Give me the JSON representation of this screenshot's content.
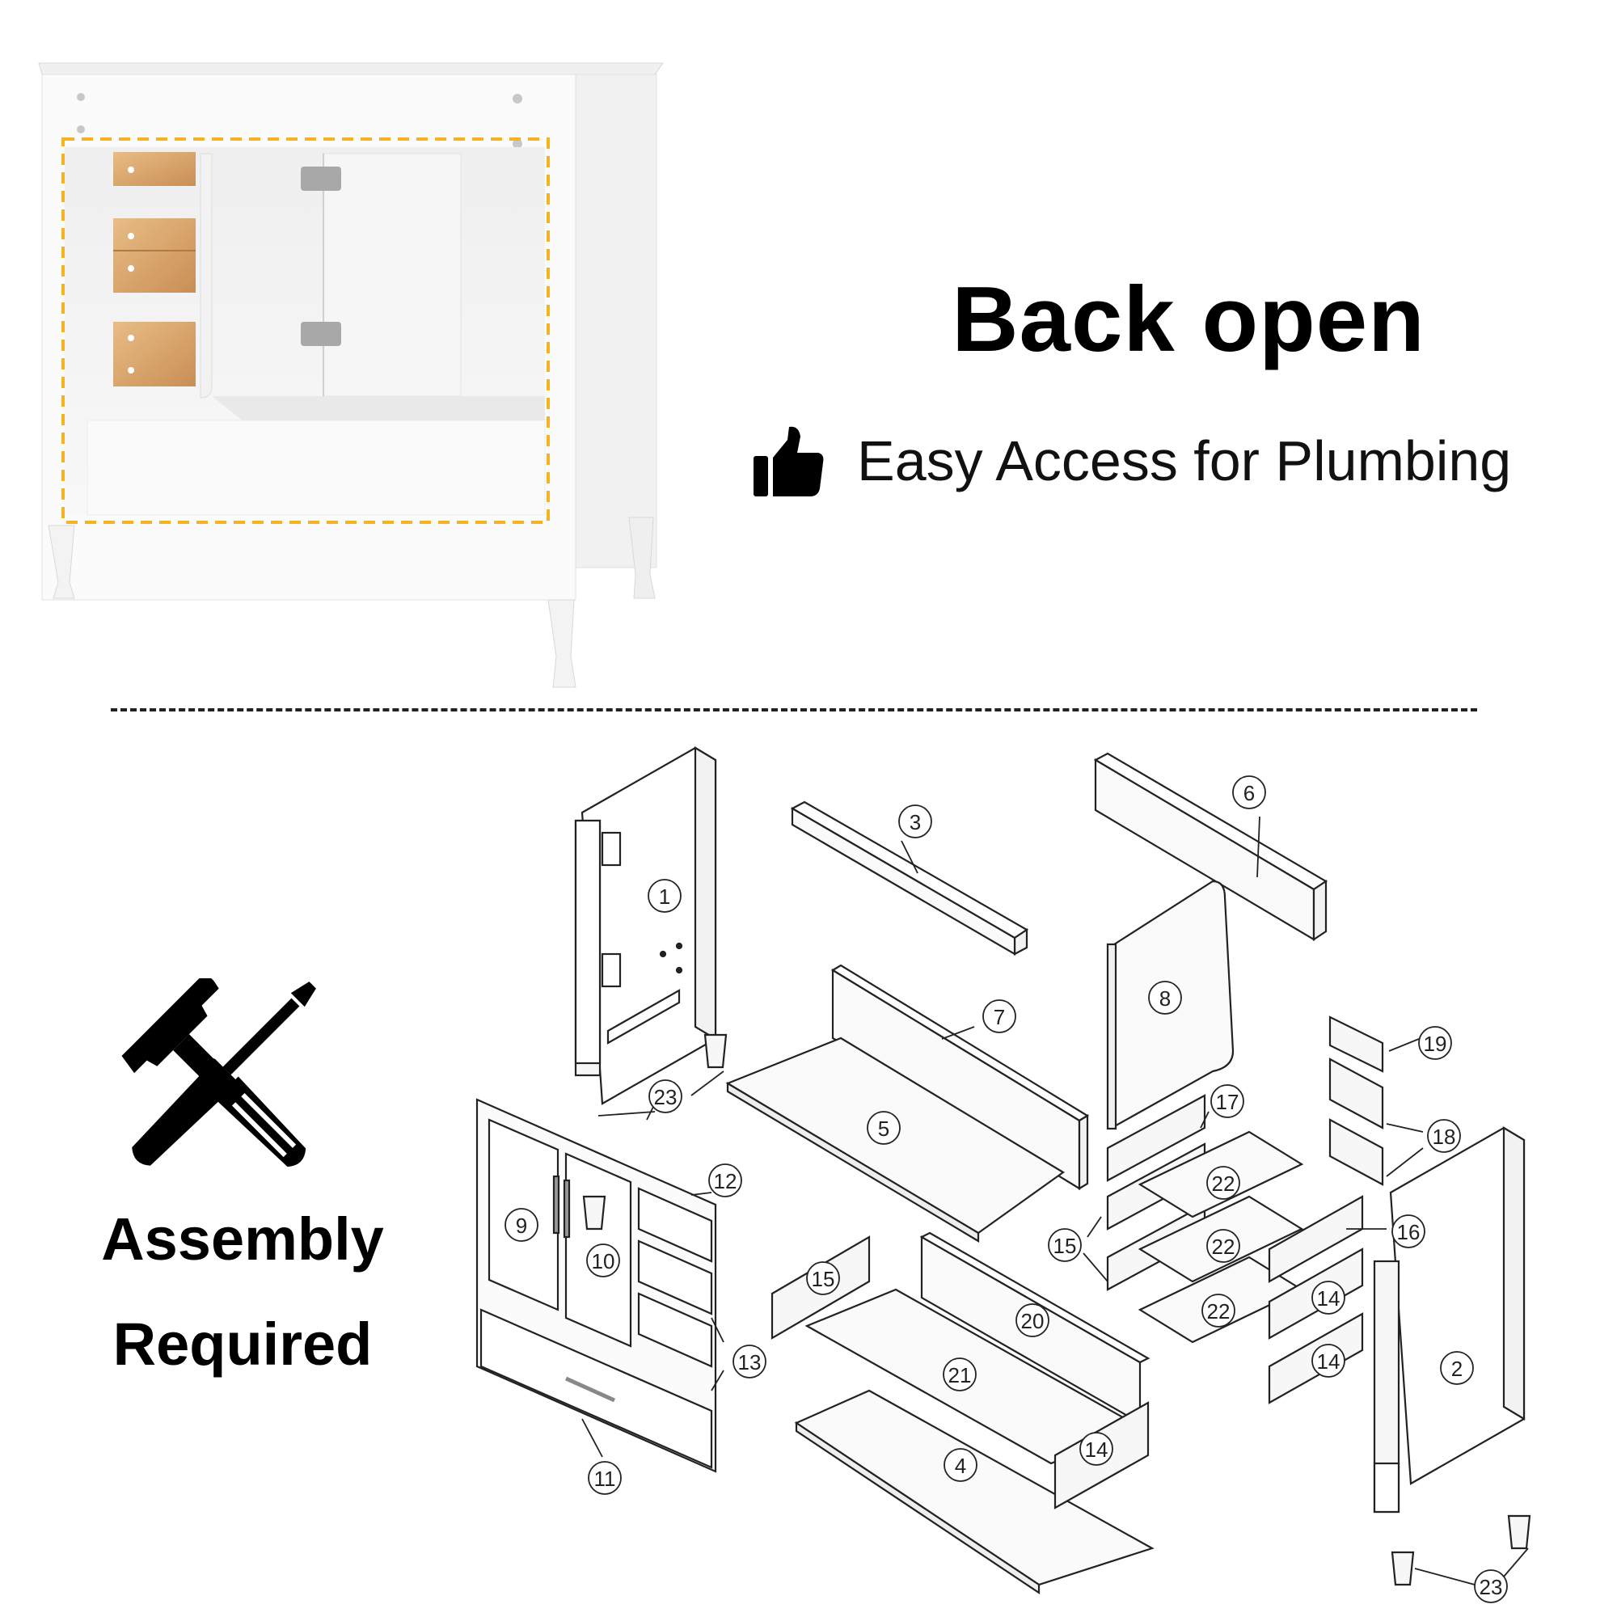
{
  "headline": "Back open",
  "feature": {
    "icon": "thumbs-up-icon",
    "text": "Easy Access for Plumbing"
  },
  "assembly": {
    "icon": "hammer-screwdriver-icon",
    "line1": "Assembly",
    "line2": "Required"
  },
  "colors": {
    "highlight_dash": "#f5b324",
    "cabinet_white": "#f4f4f4",
    "wood": "#d9a36a",
    "line": "#222222"
  },
  "parts": [
    {
      "num": "1"
    },
    {
      "num": "2"
    },
    {
      "num": "3"
    },
    {
      "num": "4"
    },
    {
      "num": "5"
    },
    {
      "num": "6"
    },
    {
      "num": "7"
    },
    {
      "num": "8"
    },
    {
      "num": "9"
    },
    {
      "num": "10"
    },
    {
      "num": "11"
    },
    {
      "num": "12"
    },
    {
      "num": "13"
    },
    {
      "num": "14"
    },
    {
      "num": "14"
    },
    {
      "num": "14"
    },
    {
      "num": "15"
    },
    {
      "num": "15"
    },
    {
      "num": "16"
    },
    {
      "num": "17"
    },
    {
      "num": "18"
    },
    {
      "num": "19"
    },
    {
      "num": "20"
    },
    {
      "num": "21"
    },
    {
      "num": "22"
    },
    {
      "num": "22"
    },
    {
      "num": "22"
    },
    {
      "num": "23"
    },
    {
      "num": "23"
    }
  ]
}
